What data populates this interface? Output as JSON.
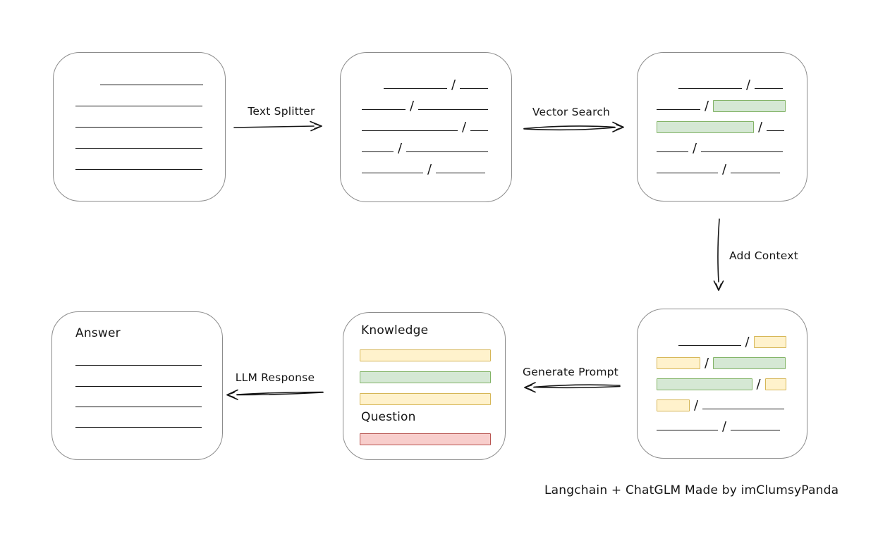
{
  "diagram": {
    "footer": "Langchain + ChatGLM Made by imClumsyPanda",
    "arrows": {
      "text_splitter": "Text Splitter",
      "vector_search": "Vector Search",
      "add_context": "Add Context",
      "generate_prompt": "Generate Prompt",
      "llm_response": "LLM Response"
    },
    "colors": {
      "green_fill": "#d5e8d4",
      "green_border": "#82b366",
      "yellow_fill": "#fff2cc",
      "yellow_border": "#d6b656",
      "red_fill": "#f8cecc",
      "red_border": "#b85450",
      "node_border": "#8c8c8c",
      "ink": "#161616"
    },
    "nodes": {
      "document": {
        "rows": [
          [
            {
              "t": "gap",
              "w": 30
            },
            {
              "t": "line",
              "w": 148
            }
          ],
          [
            {
              "t": "line",
              "w": 180
            }
          ],
          [
            {
              "t": "line",
              "w": 180
            }
          ],
          [
            {
              "t": "line",
              "w": 180
            }
          ],
          [
            {
              "t": "line",
              "w": 180
            }
          ]
        ]
      },
      "split": {
        "rows": [
          [
            {
              "t": "gap",
              "w": 26
            },
            {
              "t": "line",
              "w": 90
            },
            {
              "t": "slash"
            },
            {
              "t": "line",
              "w": 40
            }
          ],
          [
            {
              "t": "line",
              "w": 62
            },
            {
              "t": "slash"
            },
            {
              "t": "line",
              "w": 99
            }
          ],
          [
            {
              "t": "line",
              "w": 136
            },
            {
              "t": "slash"
            },
            {
              "t": "line",
              "w": 25
            }
          ],
          [
            {
              "t": "line",
              "w": 45
            },
            {
              "t": "slash"
            },
            {
              "t": "line",
              "w": 116
            }
          ],
          [
            {
              "t": "line",
              "w": 87
            },
            {
              "t": "slash"
            },
            {
              "t": "line",
              "w": 70
            }
          ]
        ]
      },
      "retrieved": {
        "rows": [
          [
            {
              "t": "gap",
              "w": 26
            },
            {
              "t": "line",
              "w": 90
            },
            {
              "t": "slash"
            },
            {
              "t": "line",
              "w": 40
            }
          ],
          [
            {
              "t": "line",
              "w": 62
            },
            {
              "t": "slash"
            },
            {
              "t": "green",
              "w": 101
            }
          ],
          [
            {
              "t": "green",
              "w": 136
            },
            {
              "t": "slash"
            },
            {
              "t": "line",
              "w": 25
            }
          ],
          [
            {
              "t": "line",
              "w": 45
            },
            {
              "t": "slash"
            },
            {
              "t": "line",
              "w": 116
            }
          ],
          [
            {
              "t": "line",
              "w": 87
            },
            {
              "t": "slash"
            },
            {
              "t": "line",
              "w": 70
            }
          ]
        ]
      },
      "context": {
        "rows": [
          [
            {
              "t": "gap",
              "w": 26
            },
            {
              "t": "line",
              "w": 90
            },
            {
              "t": "slash"
            },
            {
              "t": "yellow",
              "w": 45
            }
          ],
          [
            {
              "t": "yellow",
              "w": 60
            },
            {
              "t": "slash"
            },
            {
              "t": "green",
              "w": 101
            }
          ],
          [
            {
              "t": "green",
              "w": 136
            },
            {
              "t": "slash"
            },
            {
              "t": "yellow",
              "w": 29
            }
          ],
          [
            {
              "t": "yellow",
              "w": 45
            },
            {
              "t": "slash"
            },
            {
              "t": "line",
              "w": 116
            }
          ],
          [
            {
              "t": "line",
              "w": 87
            },
            {
              "t": "slash"
            },
            {
              "t": "line",
              "w": 70
            }
          ]
        ]
      },
      "prompt": {
        "knowledge_label": "Knowledge",
        "question_label": "Question",
        "knowledge_bars": [
          "yellow",
          "green",
          "yellow"
        ],
        "question_bars": [
          "red"
        ]
      },
      "answer": {
        "label": "Answer",
        "rows": [
          [
            {
              "t": "line",
              "w": 179
            }
          ],
          [
            {
              "t": "line",
              "w": 179
            }
          ],
          [
            {
              "t": "line",
              "w": 179
            }
          ],
          [
            {
              "t": "line",
              "w": 179
            }
          ]
        ]
      }
    }
  }
}
